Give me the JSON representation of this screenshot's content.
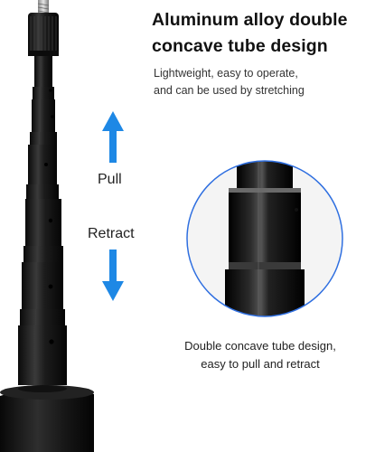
{
  "headline": {
    "line1": "Aluminum alloy double",
    "line2": "concave tube design"
  },
  "description": {
    "line1": "Lightweight, easy to operate,",
    "line2": "and can be used by stretching"
  },
  "labels": {
    "pull": "Pull",
    "retract": "Retract"
  },
  "caption": {
    "line1": "Double concave tube design,",
    "line2": "easy to pull and retract"
  },
  "colors": {
    "arrow": "#1e88e5",
    "circle_border": "#2f6fe0",
    "tube": "#161616"
  },
  "icons": {
    "up": "arrow-up-icon",
    "down": "arrow-down-icon"
  }
}
